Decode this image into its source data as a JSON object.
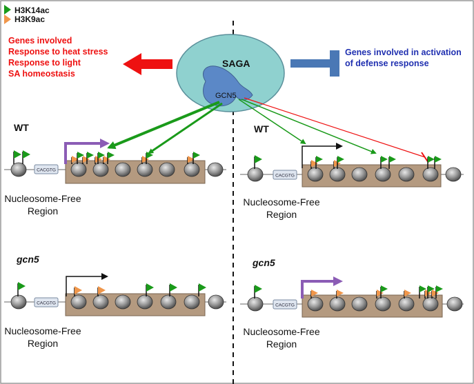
{
  "legend": {
    "items": [
      {
        "label": "H3K14ac",
        "color": "#1a9a1a"
      },
      {
        "label": "H3K9ac",
        "color": "#f0964a"
      }
    ]
  },
  "left_text": {
    "lines": [
      "Genes involved",
      "Response to heat stress",
      "Response to light",
      "SA homeostasis"
    ],
    "color": "#ee1111"
  },
  "right_text": {
    "lines": [
      "Genes involved in activation",
      "of defense response"
    ],
    "color": "#2030b0"
  },
  "saga": {
    "label": "SAGA",
    "subunit": "GCN5"
  },
  "panels": {
    "top_left_label": "WT",
    "top_right_label": "WT",
    "bottom_left_label": "gcn5",
    "bottom_right_label": "gcn5"
  },
  "motif": "CACGTG",
  "nfr_label": [
    "Nucleosome-Free",
    "Region"
  ],
  "colors": {
    "green": "#1a9a1a",
    "orange": "#f0964a",
    "purple": "#8b5cb5",
    "red": "#ee1111",
    "blue": "#4a78b5",
    "saga_fill": "#8fd1cf",
    "gcn5_fill": "#5b88c7",
    "gene_box": "#b49a80"
  }
}
